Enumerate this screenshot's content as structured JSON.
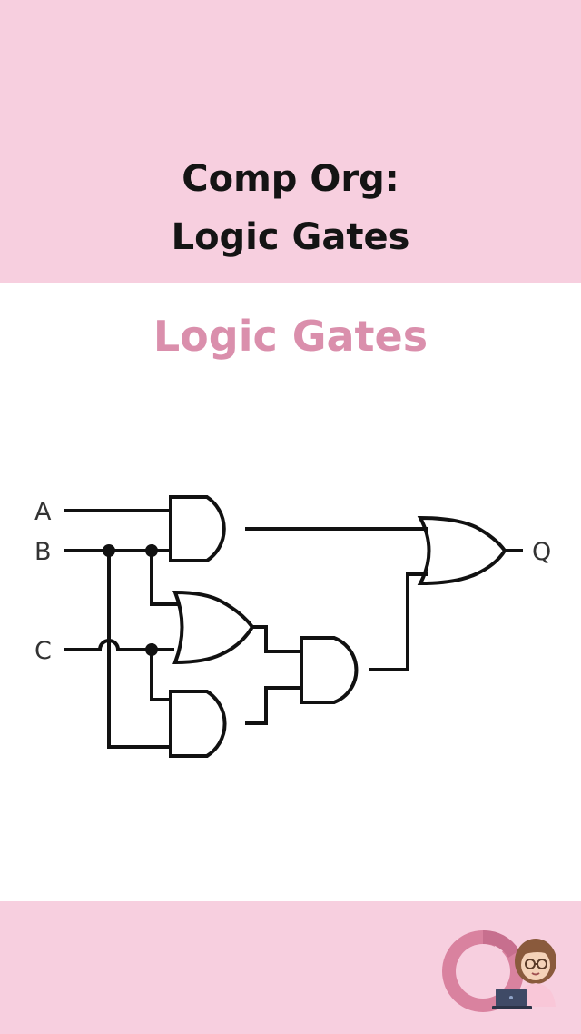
{
  "header": {
    "title_line1": "Comp Org:",
    "title_line2": "Logic Gates"
  },
  "section": {
    "title": "Logic Gates"
  },
  "diagram": {
    "inputs": {
      "a": "A",
      "b": "B",
      "c": "C"
    },
    "output": "Q"
  },
  "colors": {
    "band": "#f7cfdf",
    "section_title": "#da8fac",
    "text": "#141414",
    "logo_ring": "#d9829f"
  },
  "icons": {
    "logo": "refresh-arrow-with-girl-at-laptop-icon"
  }
}
